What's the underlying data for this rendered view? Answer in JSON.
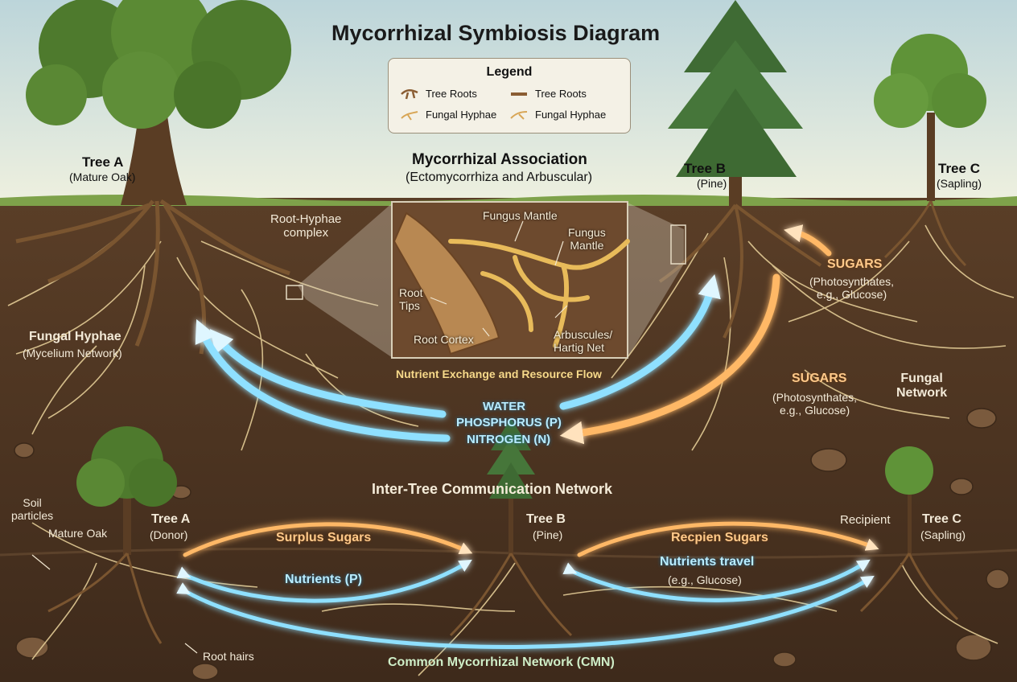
{
  "title": "Mycorrhizal Symbiosis Diagram",
  "legend": {
    "title": "Legend",
    "items": [
      {
        "label": "Tree Roots",
        "icon": "root-icon"
      },
      {
        "label": "Tree Roots",
        "icon": "root-icon"
      },
      {
        "label": "Fungal Hyphae",
        "icon": "hyphae-icon"
      },
      {
        "label": "Fungal Hyphae",
        "icon": "hyphae-icon"
      }
    ]
  },
  "top": {
    "tree_a": {
      "name": "Tree A",
      "desc": "(Mature Oak)"
    },
    "tree_b": {
      "name": "Tree B",
      "desc": "(Pine)"
    },
    "tree_c": {
      "name": "Tree C",
      "desc": "(Sapling)"
    },
    "association": {
      "title": "Mycorrhizal Association",
      "subtitle": "(Ectomycorrhiza and Arbuscular)"
    },
    "root_hyphae": "Root-Hyphae\ncomplex",
    "fungal_hyphae": {
      "title": "Fungal Hyphae",
      "sub": "(Mycelium Network)"
    },
    "inset": {
      "fungus_mantle_1": "Fungus Mantle",
      "fungus_mantle_2": "Fungus\nMantle",
      "root_tips": "Root\nTips",
      "root_cortex": "Root Cortex",
      "arbuscules": "Arbuscules/\nHartig Net"
    },
    "exchange_caption": "Nutrient Exchange and Resource Flow",
    "nutrients": [
      "WATER",
      "PHOSPHORUS (P)",
      "NITROGEN (N)"
    ],
    "sugars_1": {
      "title": "SUGARS",
      "sub": "(Photosynthates,\ne.g., Glucose)"
    },
    "sugars_2": {
      "title": "SUGARS",
      "sub": "(Photosynthates,\ne.g., Glucose)"
    },
    "fungal_network": "Fungal\nNetwork"
  },
  "bottom": {
    "title": "Inter-Tree Communication Network",
    "soil_particles": "Soil\nparticles",
    "mature_oak": "Mature Oak",
    "tree_a": {
      "name": "Tree A",
      "desc": "(Donor)"
    },
    "tree_b": {
      "name": "Tree B",
      "desc": "(Pine)"
    },
    "tree_c": {
      "name": "Tree C",
      "desc": "(Sapling)"
    },
    "recipient": "Recipient",
    "surplus_sugars": "Surplus Sugars",
    "nutrients_p": "Nutrients (P)",
    "recpien_sugars": "Recpien Sugars",
    "nutrients_travel": {
      "title": "Nutrients travel",
      "sub": "(e.g., Glucose)"
    },
    "root_hairs": "Root hairs",
    "cmn": "Common Mycorrhizal Network (CMN)"
  },
  "colors": {
    "sky_top": "#bcd5da",
    "sky_bottom": "#eef0df",
    "soil": "#4a3322",
    "grass": "#7ea24a",
    "roots": "#7a5530",
    "hyphae": "#e3cc96",
    "nutrient_flow": "#8fe0ff",
    "sugar_flow": "#ffb866",
    "foliage": "#4e7a2d"
  }
}
